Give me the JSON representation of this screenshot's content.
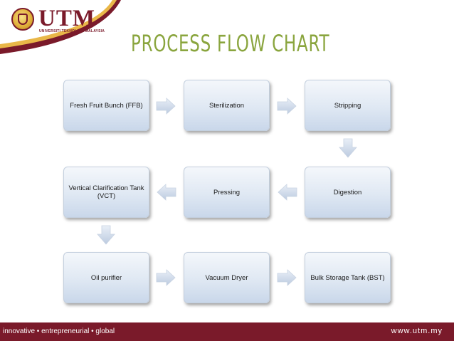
{
  "header": {
    "logo_text": "UTM",
    "logo_subtext": "UNIVERSITI TEKNOLOGI MALAYSIA",
    "title": "PROCESS FLOW CHART"
  },
  "steps": [
    {
      "label": "Fresh Fruit Bunch (FFB)"
    },
    {
      "label": "Sterilization"
    },
    {
      "label": "Stripping"
    },
    {
      "label": "Digestion"
    },
    {
      "label": "Pressing"
    },
    {
      "label": "Vertical Clarification Tank (VCT)"
    },
    {
      "label": "Oil purifier"
    },
    {
      "label": "Vacuum Dryer"
    },
    {
      "label": "Bulk Storage Tank (BST)"
    }
  ],
  "footer": {
    "tagline": "innovative • entrepreneurial • global",
    "url": "www.utm.my"
  },
  "colors": {
    "brand_maroon": "#7a1a2a",
    "title_green": "#8aa53e",
    "box_blue": "#dfe8f3"
  },
  "icons": {
    "arrow": "flow-arrow-icon",
    "crest": "utm-crest-icon"
  }
}
